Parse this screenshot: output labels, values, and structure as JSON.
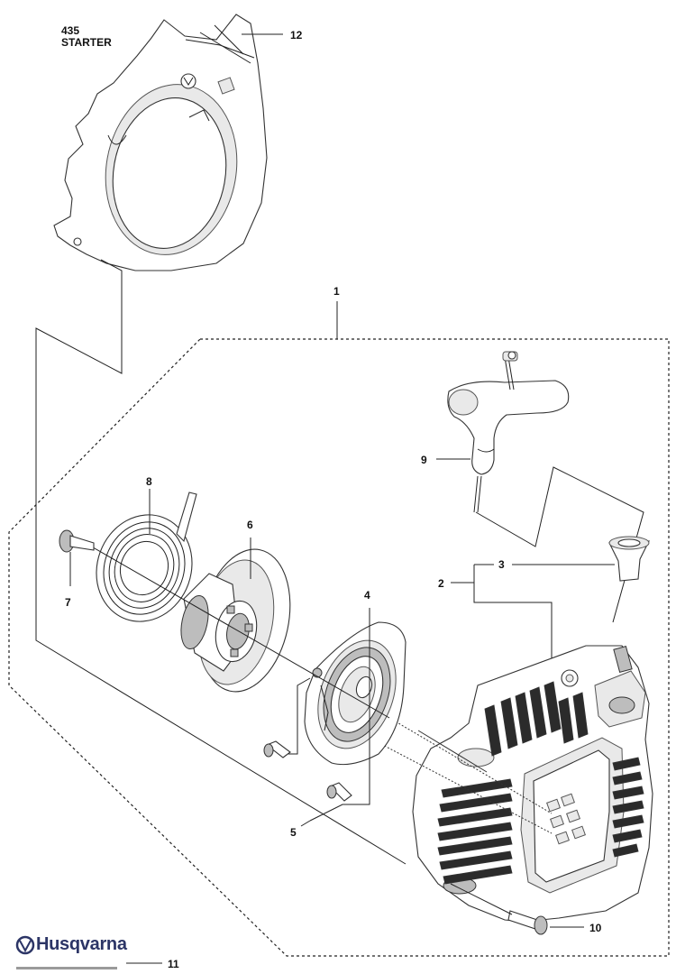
{
  "header": {
    "model": "435",
    "section": "STARTER"
  },
  "brand": {
    "name": "Husqvarna",
    "color": "#2c3566"
  },
  "callouts": [
    {
      "id": "c1",
      "label": "1"
    },
    {
      "id": "c2",
      "label": "2"
    },
    {
      "id": "c3",
      "label": "3"
    },
    {
      "id": "c4",
      "label": "4"
    },
    {
      "id": "c5",
      "label": "5"
    },
    {
      "id": "c6",
      "label": "6"
    },
    {
      "id": "c7",
      "label": "7"
    },
    {
      "id": "c8",
      "label": "8"
    },
    {
      "id": "c9",
      "label": "9"
    },
    {
      "id": "c10",
      "label": "10"
    },
    {
      "id": "c11",
      "label": "11"
    },
    {
      "id": "c12",
      "label": "12"
    }
  ],
  "icons": {
    "brand_logo": "husqvarna-crown-icon"
  }
}
